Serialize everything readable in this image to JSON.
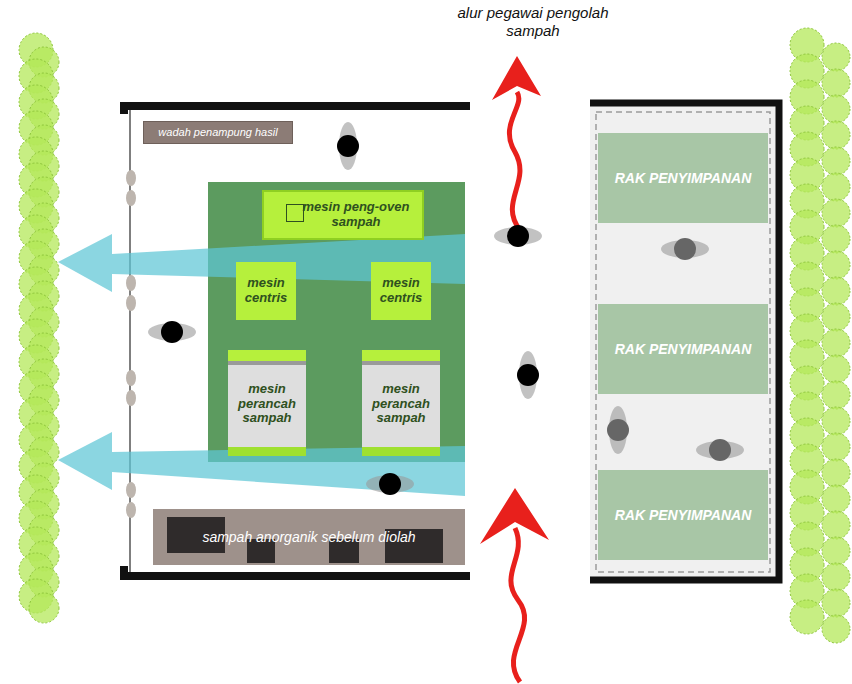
{
  "diagram": {
    "nodes": [
      {
        "text": [
          "wadah penampung hasil"
        ]
      },
      {
        "text": [
          "mesin peng-oven sampah"
        ]
      },
      {
        "text": [
          "mesin centris"
        ]
      },
      {
        "text": [
          "mesin centris"
        ]
      },
      {
        "text": [
          "mesin perancah sampah"
        ]
      },
      {
        "text": [
          "mesin perancah sampah"
        ]
      },
      {
        "text": [
          "sampah anorganik sebelum diolah"
        ]
      },
      {
        "text": [
          "RAK PENYIMPANAN"
        ]
      },
      {
        "text": [
          "RAK PENYIMPANAN"
        ]
      },
      {
        "text": [
          "RAK PENYIMPANAN"
        ]
      }
    ],
    "labels": [
      "alur pegawai pengolah sampah"
    ]
  }
}
